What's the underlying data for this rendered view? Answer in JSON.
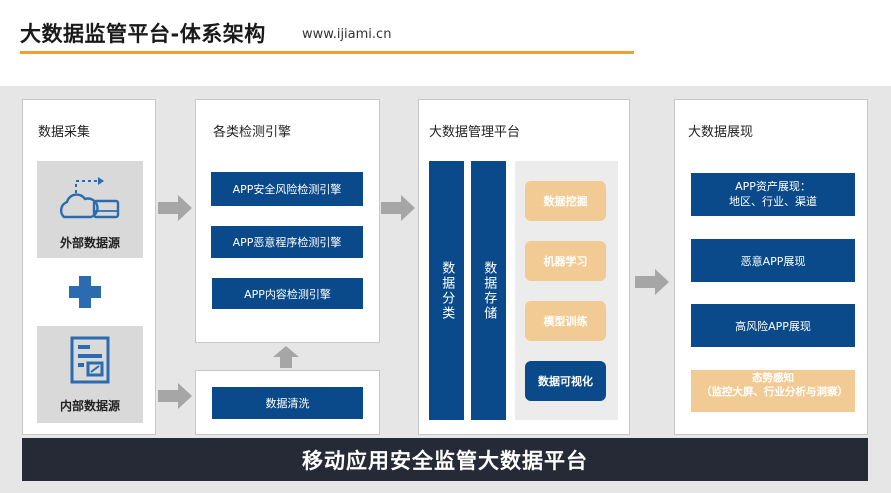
{
  "header": {
    "title": "大数据监管平台-体系架构",
    "url": "www.ijiami.cn"
  },
  "colors": {
    "accent_line": "#f0a030",
    "navy": "#0b4a8a",
    "gold": "#f2cb94",
    "footer_bg": "#252a36",
    "arrow": "#a6a6a6"
  },
  "collection": {
    "title": "数据采集",
    "external_label": "外部数据源",
    "internal_label": "内部数据源",
    "external_icon": "cloud-device-sync-icon",
    "internal_icon": "form-document-icon",
    "plus_icon": "plus-icon"
  },
  "engines": {
    "title": "各类检测引擎",
    "items": [
      "APP安全风险检测引擎",
      "APP恶意程序检测引擎",
      "APP内容检测引擎"
    ],
    "cleaning": "数据清洗"
  },
  "management": {
    "title": "大数据管理平台",
    "col1": "数据分类",
    "col2": "数据存储",
    "items": [
      "数据挖掘",
      "机器学习",
      "模型训练"
    ],
    "visual": "数据可视化"
  },
  "display": {
    "title": "大数据展现",
    "items": [
      "APP资产展现：",
      "地区、行业、渠道",
      "恶意APP展现",
      "高风险APP展现"
    ],
    "situation_title": "态势感知",
    "situation_sub": "（监控大屏、行业分析与洞察）"
  },
  "footer": {
    "banner": "移动应用安全监管大数据平台"
  }
}
